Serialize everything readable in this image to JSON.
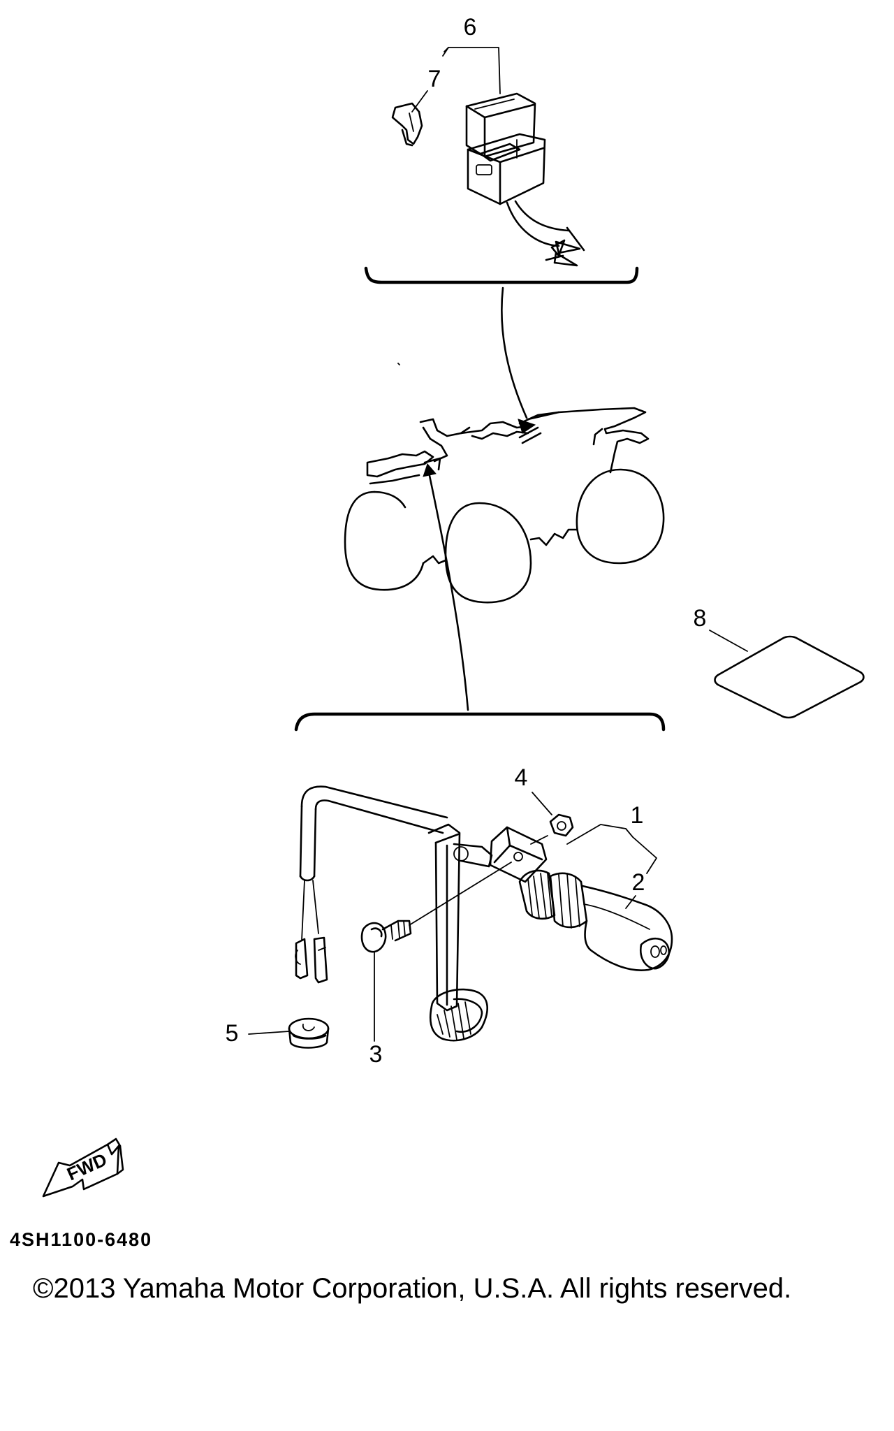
{
  "callouts": {
    "c1": "1",
    "c2": "2",
    "c3": "3",
    "c4": "4",
    "c5": "5",
    "c6": "6",
    "c7": "7",
    "c8": "8"
  },
  "fwd_label": "FWD",
  "diagram_code": "4SH1100-6480",
  "copyright": "©2013 Yamaha Motor Corporation, U.S.A. All rights reserved."
}
